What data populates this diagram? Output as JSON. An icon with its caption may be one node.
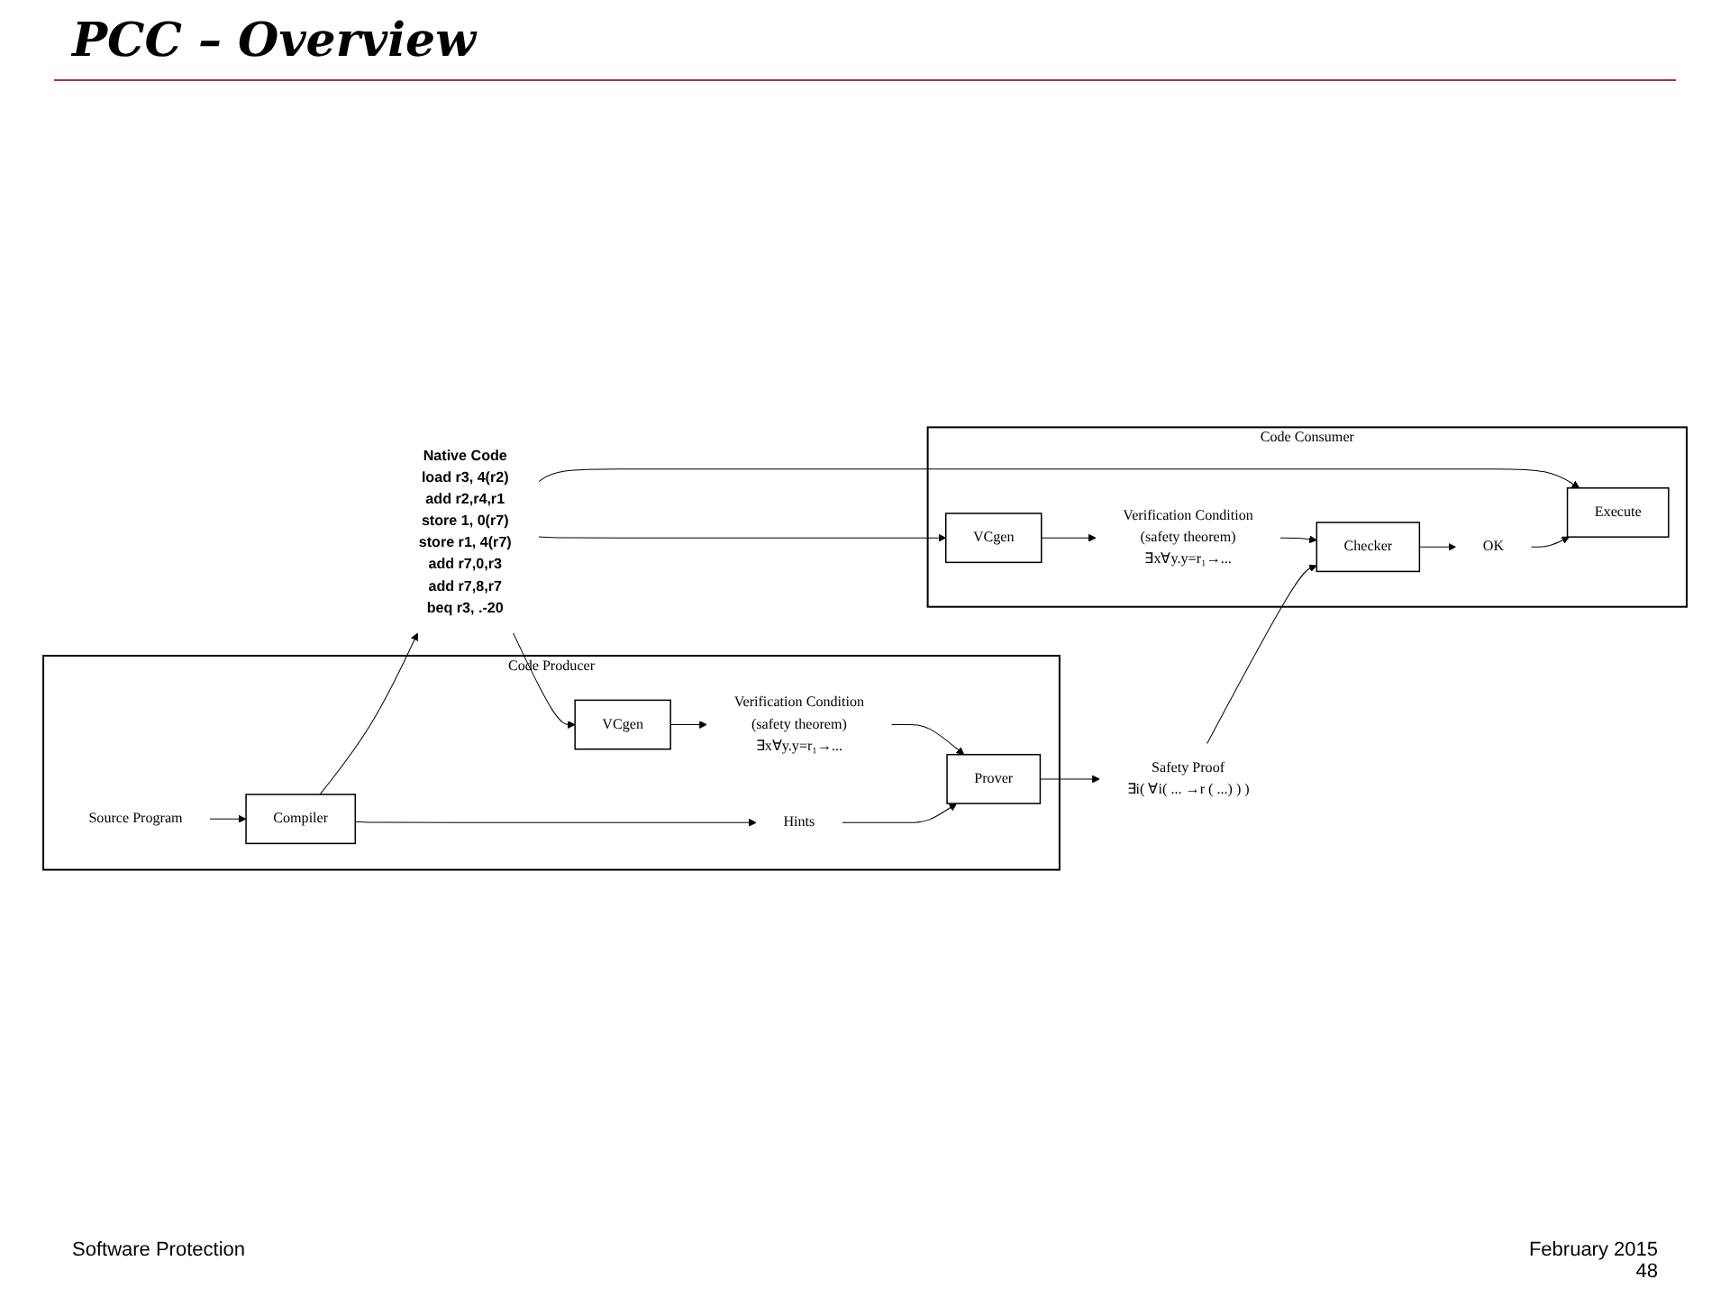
{
  "diagram": {
    "title": "PCC – Overview",
    "nodes": [
      {
        "text": [
          "Code Producer"
        ]
      },
      {
        "text": [
          "Source Program"
        ],
        "in": 0
      },
      {
        "text": [
          "Compiler"
        ],
        "in": 0
      },
      {
        "text": [
          "Hints"
        ],
        "in": 0
      },
      {
        "text": [
          "VCgen"
        ],
        "in": 0
      },
      {
        "text": [
          "Verification Condition",
          "(safety theorem)",
          "∃x∀y.y=r₁→..."
        ],
        "in": 0
      },
      {
        "text": [
          "Prover"
        ],
        "in": 0
      },
      {
        "text": [
          "Native Code",
          "load r3, 4(r2)",
          "add r2,r4,r1",
          "store 1, 0(r7)",
          "store r1, 4(r7)",
          "add r7,0,r3",
          "add r7,8,r7",
          "beq r3, .-20"
        ]
      },
      {
        "text": [
          "Safety Proof",
          "∃i( ∀i( ... →r ( ...) ) )"
        ]
      },
      {
        "text": [
          "Code Consumer"
        ]
      },
      {
        "text": [
          "Execute"
        ],
        "in": 9
      },
      {
        "text": [
          "VCgen"
        ],
        "in": 9
      },
      {
        "text": [
          "Verification Condition",
          "(safety theorem)",
          "∃x∀y.y=r₁→..."
        ],
        "in": 9
      },
      {
        "text": [
          "Checker"
        ],
        "in": 9
      },
      {
        "text": [
          "OK"
        ],
        "in": 9
      }
    ],
    "edges": [
      {
        "from": 1,
        "to": 2,
        "arrow": "to"
      },
      {
        "from": 2,
        "to": 7,
        "arrow": "to"
      },
      {
        "from": 7,
        "to": 4,
        "arrow": "to"
      },
      {
        "from": 2,
        "to": 3,
        "arrow": "to"
      },
      {
        "from": 4,
        "to": 5,
        "arrow": "to"
      },
      {
        "from": 3,
        "to": 6,
        "arrow": "to"
      },
      {
        "from": 5,
        "to": 6,
        "arrow": "to"
      },
      {
        "from": 6,
        "to": 8,
        "arrow": "to"
      },
      {
        "from": 7,
        "to": 10,
        "arrow": "to"
      },
      {
        "from": 7,
        "to": 11,
        "arrow": "to"
      },
      {
        "from": 11,
        "to": 12,
        "arrow": "to"
      },
      {
        "from": 12,
        "to": 13,
        "arrow": "to"
      },
      {
        "from": 8,
        "to": 13,
        "arrow": "to"
      },
      {
        "from": 13,
        "to": 14,
        "arrow": "to"
      },
      {
        "from": 14,
        "to": 10,
        "arrow": "to"
      }
    ],
    "labels": [
      "Software Protection",
      "February 2015",
      "48"
    ]
  }
}
